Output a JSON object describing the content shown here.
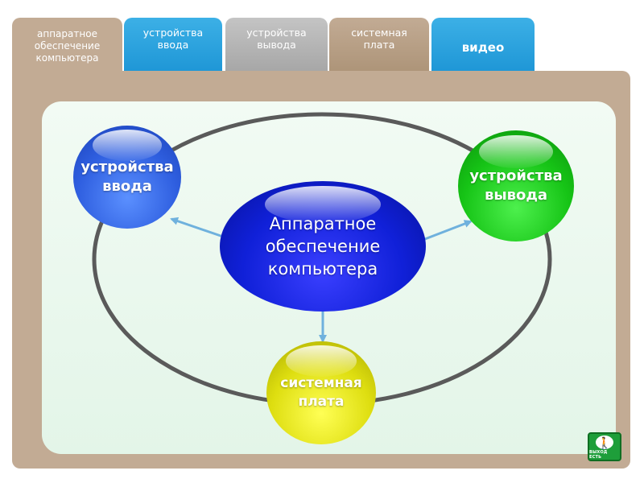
{
  "tabs": [
    {
      "label": "аппаратное\nобеспечение\nкомпьютера",
      "state": "active"
    },
    {
      "label": "устройства\nввода",
      "state": "normal"
    },
    {
      "label": "устройства\nвывода",
      "state": "normal"
    },
    {
      "label": "системная\nплата",
      "state": "normal"
    },
    {
      "label": "видео",
      "state": "normal"
    }
  ],
  "diagram": {
    "center": "Аппаратное\nобеспечение\nкомпьютера",
    "input": "устройства\nввода",
    "output": "устройства\nвывода",
    "board": "системная\nплата"
  },
  "exit_button": {
    "icon": "walking-person-icon",
    "label": "ВЫХОД ЕСТЬ"
  },
  "colors": {
    "tab_active": "#c2ab94",
    "tab_blue": "#29a3e0",
    "tab_gray": "#b4b4b4",
    "tab_brown": "#b09a82",
    "panel": "#c2ab94",
    "input_ball": "#2f5fe0",
    "output_ball": "#16c416",
    "center_ball": "#1020d8",
    "board_ball": "#dede10",
    "arrow": "#6fb1dd",
    "ring": "#5a5a5a"
  }
}
